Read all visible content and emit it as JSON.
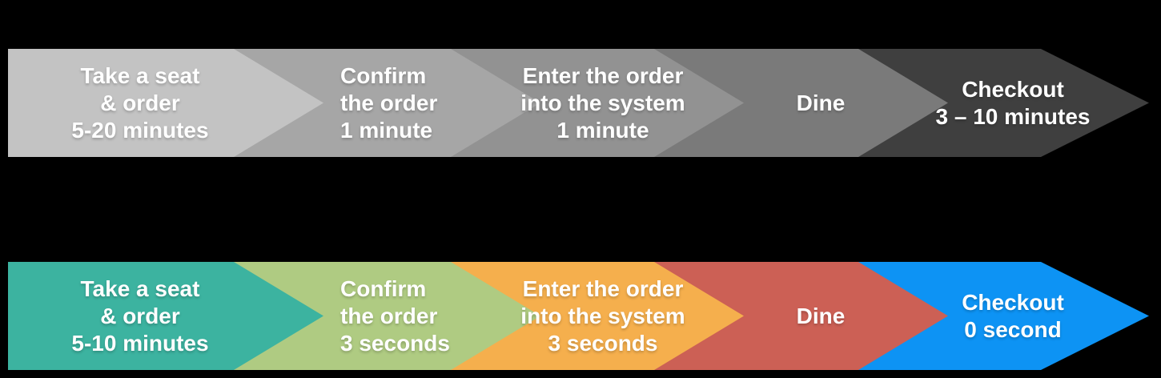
{
  "background_color": "#000000",
  "text_color": "#ffffff",
  "rows": [
    {
      "name": "current-process-row",
      "steps": [
        {
          "color": "#c3c3c3",
          "lines": [
            "Take a seat",
            "& order",
            "5-20 minutes"
          ]
        },
        {
          "color": "#a6a6a6",
          "lines": [
            "Confirm",
            "the order",
            "1 minute"
          ]
        },
        {
          "color": "#929292",
          "lines": [
            "Enter the order",
            "into the system",
            "1 minute"
          ]
        },
        {
          "color": "#7a7a7a",
          "lines": [
            "Dine"
          ]
        },
        {
          "color": "#3f3f3f",
          "lines": [
            "Checkout",
            "3 – 10 minutes"
          ]
        }
      ]
    },
    {
      "name": "improved-process-row",
      "steps": [
        {
          "color": "#3cb3a0",
          "lines": [
            "Take a seat",
            "& order",
            "5-10 minutes"
          ]
        },
        {
          "color": "#afcb82",
          "lines": [
            "Confirm",
            "the order",
            "3 seconds"
          ]
        },
        {
          "color": "#f5af4d",
          "lines": [
            "Enter the order",
            "into the system",
            "3 seconds"
          ]
        },
        {
          "color": "#cc6055",
          "lines": [
            "Dine"
          ]
        },
        {
          "color": "#0d93f4",
          "lines": [
            "Checkout",
            "0 second"
          ]
        }
      ]
    }
  ]
}
